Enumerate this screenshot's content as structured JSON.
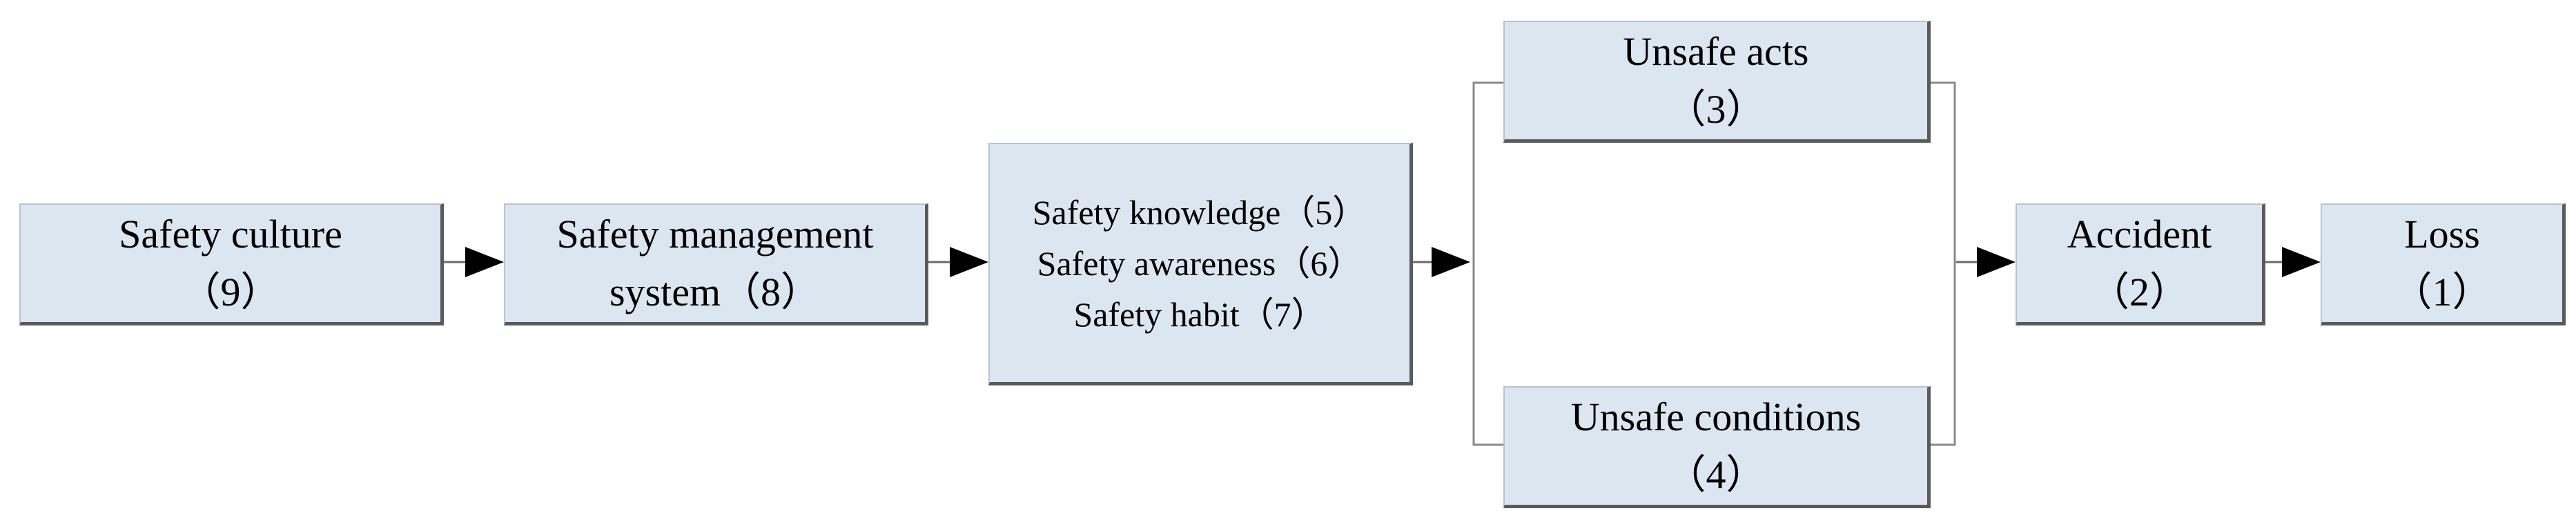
{
  "boxes": {
    "safety_culture": {
      "line1": "Safety culture",
      "line2": "（9）"
    },
    "safety_management_system": {
      "line1": "Safety management",
      "line2": "system（8）"
    },
    "personal_factors": {
      "line1": "Safety knowledge（5）",
      "line2": "Safety awareness（6）",
      "line3": "Safety habit（7）"
    },
    "unsafe_acts": {
      "line1": "Unsafe acts",
      "line2": "（3）"
    },
    "unsafe_conditions": {
      "line1": "Unsafe conditions",
      "line2": "（4）"
    },
    "accident": {
      "line1": "Accident",
      "line2": "（2）"
    },
    "loss": {
      "line1": "Loss",
      "line2": "（1）"
    }
  }
}
